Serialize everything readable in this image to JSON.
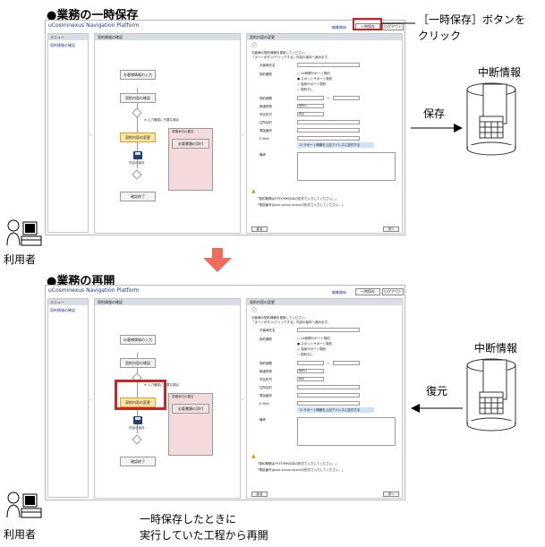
{
  "top": {
    "heading": "●業務の一時保存",
    "callout_line1": "［一時保存］ボタンを",
    "callout_line2": "クリック",
    "user_label": "利用者",
    "data_label": "中断情報",
    "arrow_label": "保存"
  },
  "bottom": {
    "heading": "●業務の再開",
    "user_label": "利用者",
    "data_label": "中断情報",
    "arrow_label": "復元",
    "caption_line1": "一時保存したときに",
    "caption_line2": "実行していた工程から再開"
  },
  "app": {
    "title": "uCosminexus Navigation Platform",
    "link": "編集開始",
    "save_button": "一時保存",
    "logout_button": "ログアウト",
    "menu_label": "メニュー",
    "menu_item": "契約情報の確認",
    "main_title": "契約情報の確認",
    "form_title": "契約内容の変更",
    "flow": {
      "step1": "お客様情報の入力",
      "step2": "契約内容の確認",
      "step3": "契約内容の変更",
      "step4": "必要書類の添付",
      "save": "内容の保存",
      "end": "確認終了",
      "branch_note": "※ 入力確認に不要な場合",
      "pink_label": "書類添付の要否"
    },
    "form": {
      "intro1": "お客様の契約情報を更新してください。",
      "intro2": "「ヌーノボタン/クリックする」内容の保存へ進みます。",
      "name": "お客様氏名",
      "type": "契約種別",
      "radio1": "24時間サポート契約",
      "radio2": "スポットサポート契約",
      "radio3": "独身サポート契約",
      "radio4": "契約なし",
      "period": "契約期間",
      "pref": "都道府県",
      "city": "市区町村",
      "addr": "住所区町",
      "tel": "電話番号",
      "mail": "E-Mail",
      "check": "サポート情報を上記アドレスに送付する",
      "memo": "備考",
      "sel_pref": "神奈川",
      "sel_city": "横浜",
      "note1": "「契約期間はYYYY/MM/DDの形式で入力してください。」",
      "note2": "「電話番号はxxx-xxxxx-xxxxxの形式で入力してください。」",
      "back": "戻る",
      "next": "次へ"
    }
  }
}
